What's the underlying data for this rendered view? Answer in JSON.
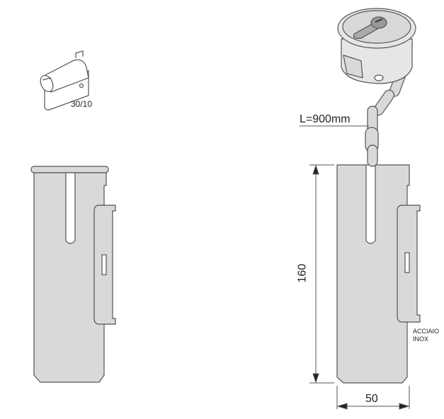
{
  "labels": {
    "cylinder_size": "30/10",
    "chain_length": "L=900mm",
    "height_dim": "160",
    "width_dim": "50",
    "material_line1": "ACCIAIO",
    "material_line2": "INOX"
  },
  "colors": {
    "fill": "#d9d9d9",
    "stroke": "#555555"
  }
}
